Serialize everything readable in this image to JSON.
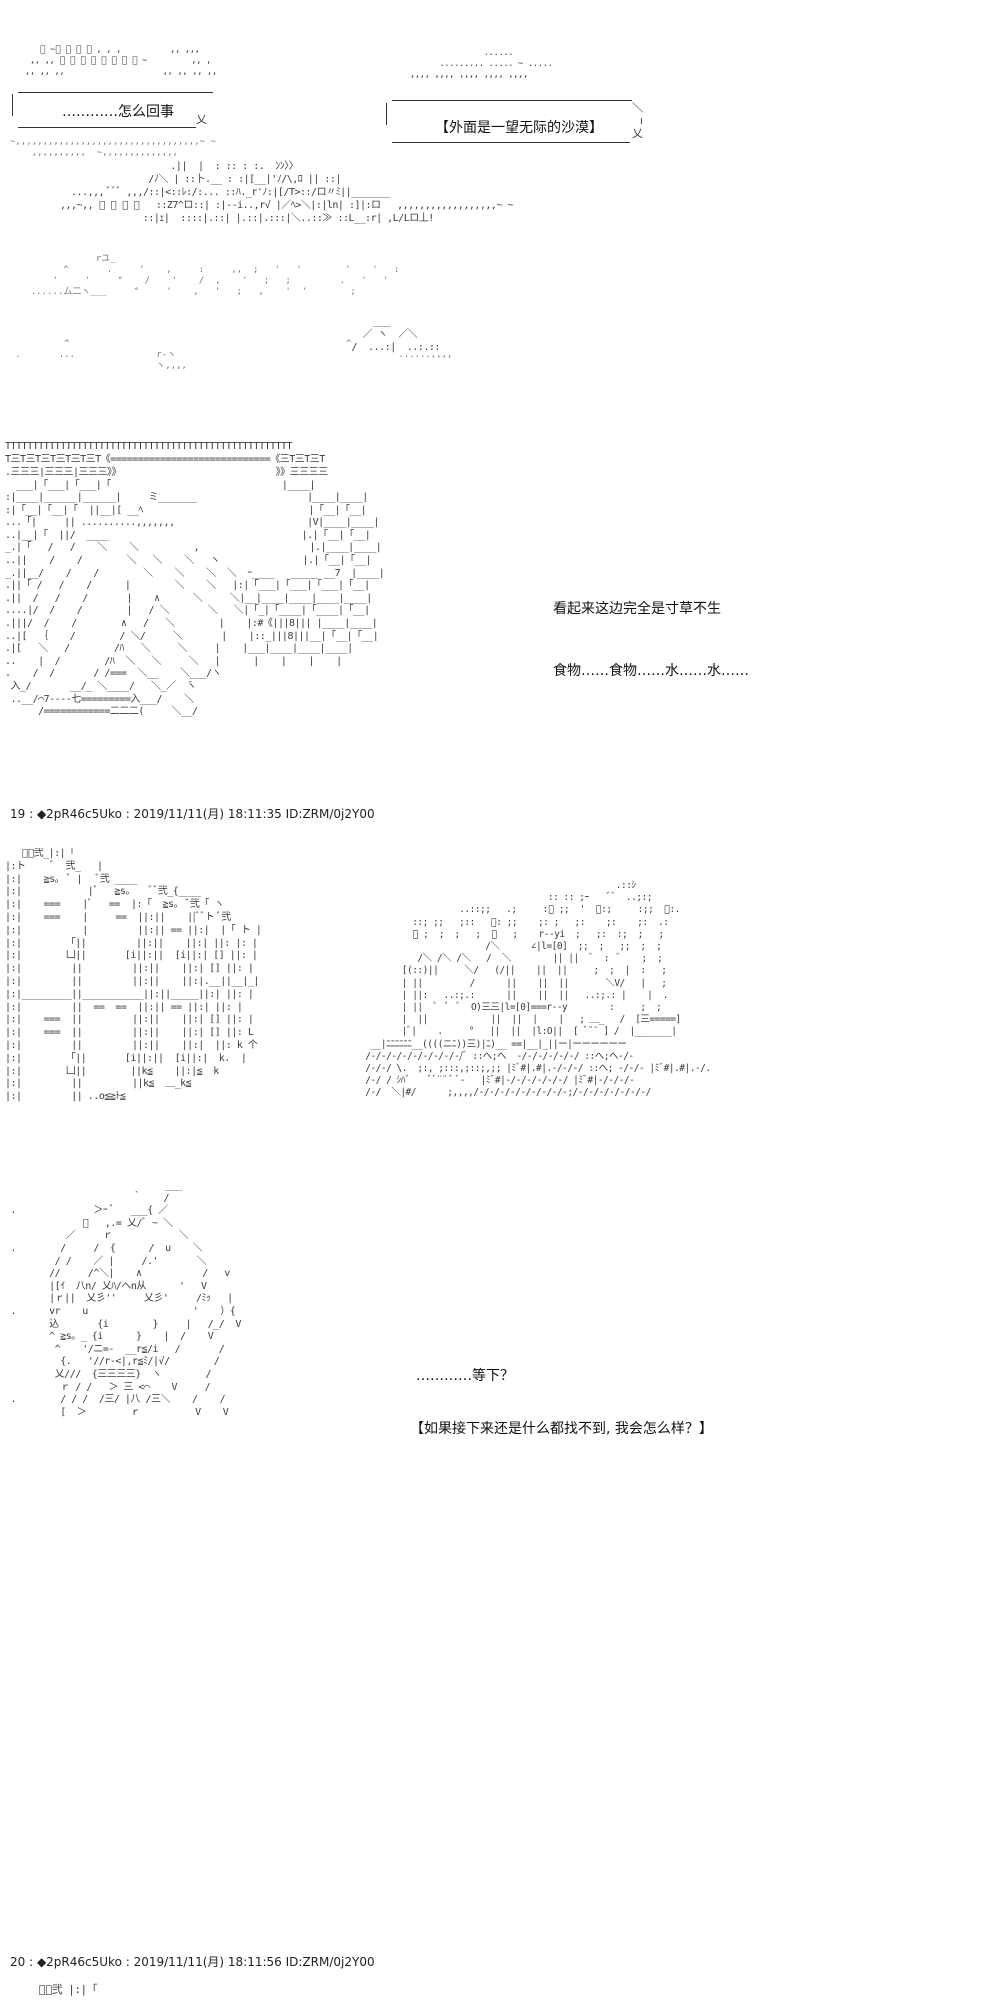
{
  "panel1": {
    "bubble_left": "…………怎么回事",
    "bubble_right": "【外面是一望无际的沙漠】"
  },
  "panel2": {
    "narration_1": "看起来这边完全是寸草不生",
    "narration_2": "食物……食物……水……水……"
  },
  "post19": {
    "header": "19 : ◆2pR46c5Uko : 2019/11/11(月) 18:11:35 ID:ZRM/0j2Y00"
  },
  "panel4": {
    "narration_1": "…………等下？",
    "narration_2": "【如果接下来还是什么都找不到, 我会怎么样？】"
  },
  "post20": {
    "header": "20 : ◆2pR46c5Uko : 2019/11/11(月) 18:11:56 ID:ZRM/0j2Y00"
  }
}
